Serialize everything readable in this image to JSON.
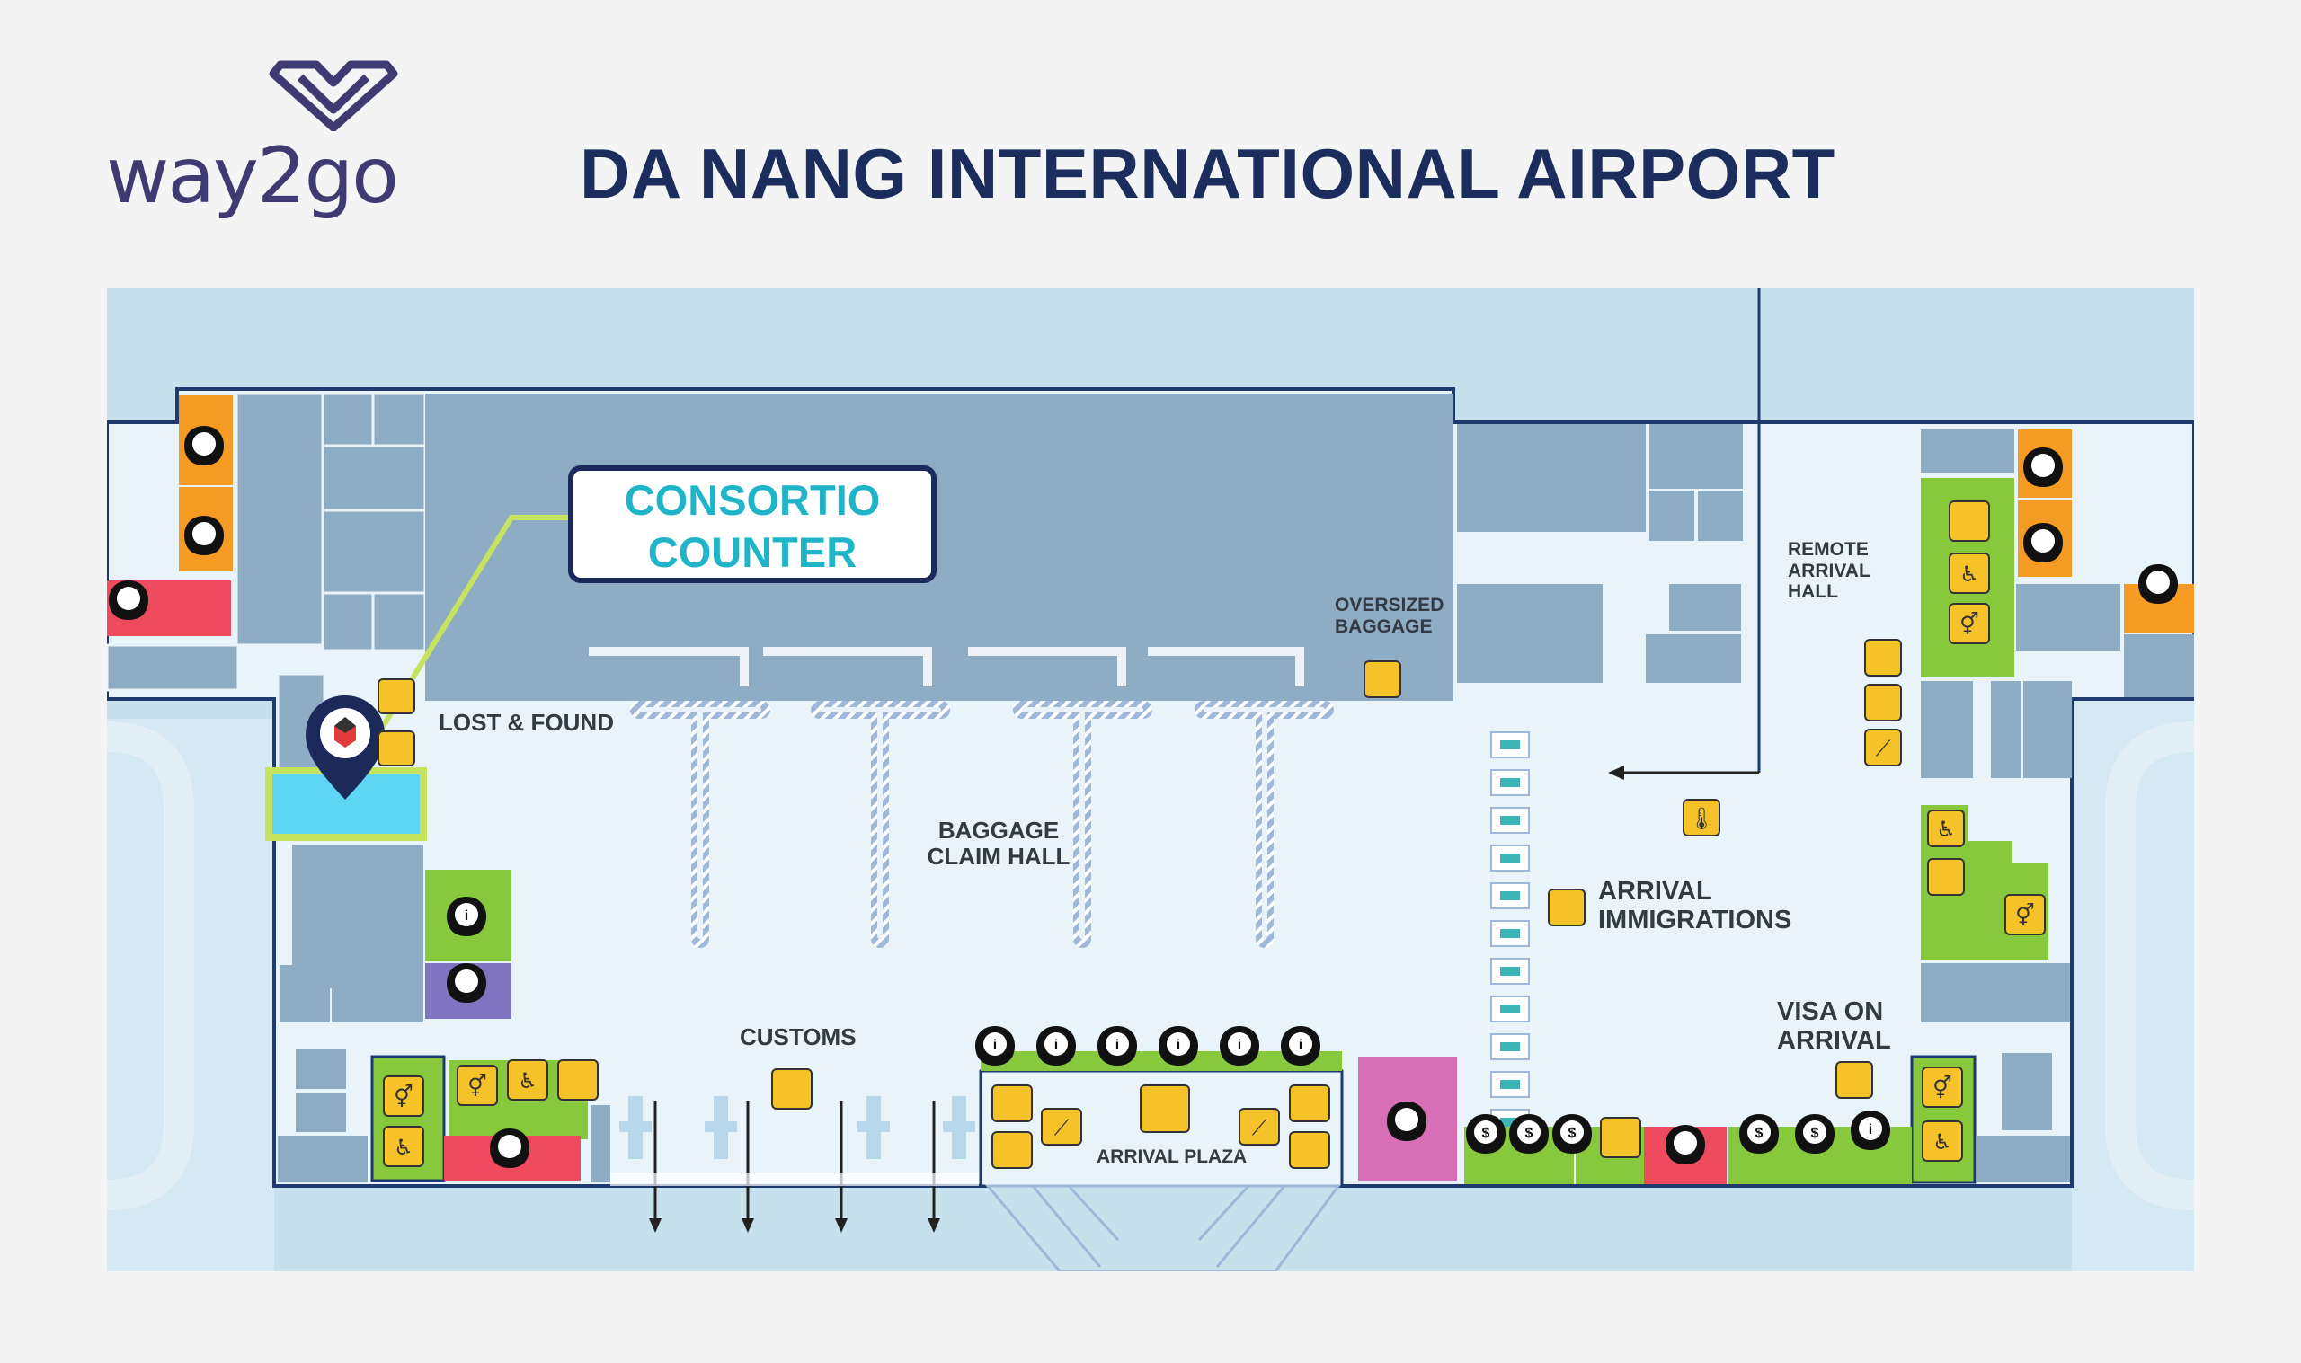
{
  "brand": {
    "name": "way2go",
    "text_color": "#3f3a72"
  },
  "header": {
    "title": "DA NANG INTERNATIONAL AIRPORT",
    "title_color": "#1a2d5c"
  },
  "map": {
    "colors": {
      "sky": "#c6e1ec",
      "floor": "#e9f4fa",
      "block": "#8eadc5",
      "outline": "#1e3a6e",
      "green": "#87c83d",
      "orange": "#f59a23",
      "red": "#ee4b5e",
      "pink": "#d76fb7",
      "purple": "#8074c0",
      "icon_yellow": "#f6c22a",
      "counter": "#5dd6f3",
      "highlight": "#c5e35d"
    },
    "callout": {
      "line1": "CONSORTIO",
      "line2": "COUNTER"
    },
    "labels": {
      "lost_found": "LOST & FOUND",
      "oversized_line1": "OVERSIZED",
      "oversized_line2": "BAGGAGE",
      "remote_line1": "REMOTE",
      "remote_line2": "ARRIVAL",
      "remote_line3": "HALL",
      "baggage_line1": "BAGGAGE",
      "baggage_line2": "CLAIM HALL",
      "immigrations_line1": "ARRIVAL",
      "immigrations_line2": "IMMIGRATIONS",
      "customs": "CUSTOMS",
      "visa_line1": "VISA ON",
      "visa_line2": "ARRIVAL",
      "arrival_plaza": "ARRIVAL PLAZA"
    },
    "icons": [
      "shopping-bag-pin-icon",
      "restaurant-pin-icon",
      "information-pin-icon",
      "flower-pin-icon",
      "currency-exchange-pin-icon",
      "toilet-icon",
      "wheelchair-icon",
      "baby-care-icon",
      "elevator-icon",
      "escalator-icon",
      "stairs-icon",
      "luggage-icon",
      "atm-icon",
      "immigration-icon",
      "temperature-icon",
      "location-marker-icon"
    ]
  }
}
